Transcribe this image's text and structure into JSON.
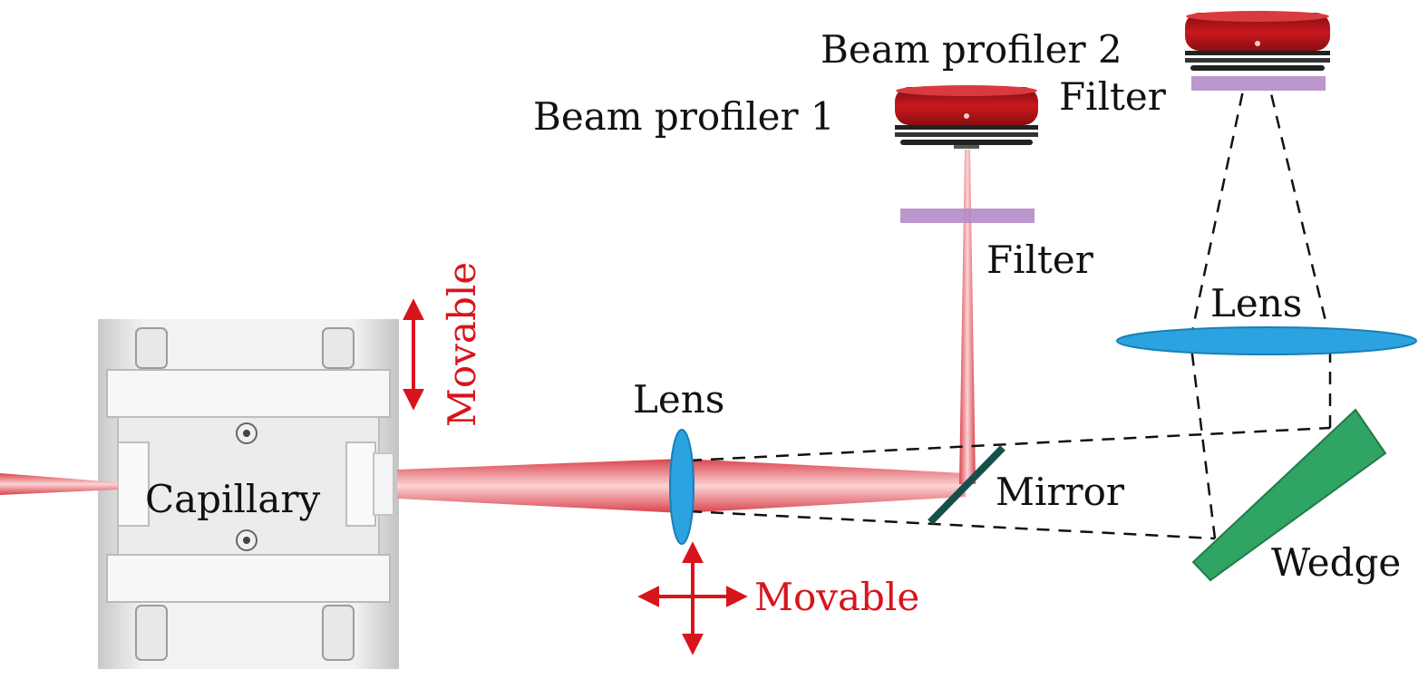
{
  "labels": {
    "beam_profiler_1": "Beam profiler 1",
    "beam_profiler_2": "Beam profiler 2",
    "filter_1": "Filter",
    "filter_2": "Filter",
    "lens_1": "Lens",
    "lens_2": "Lens",
    "mirror": "Mirror",
    "wedge": "Wedge",
    "capillary": "Capillary",
    "movable_capillary": "Movable",
    "movable_lens": "Movable"
  },
  "colors": {
    "beam": "#e9666c",
    "lens": "#2aa3e0",
    "filter": "#b48cc8",
    "mirror": "#17504a",
    "wedge": "#2fa463",
    "profiler": "#b7151b",
    "movable": "#d8141c"
  }
}
